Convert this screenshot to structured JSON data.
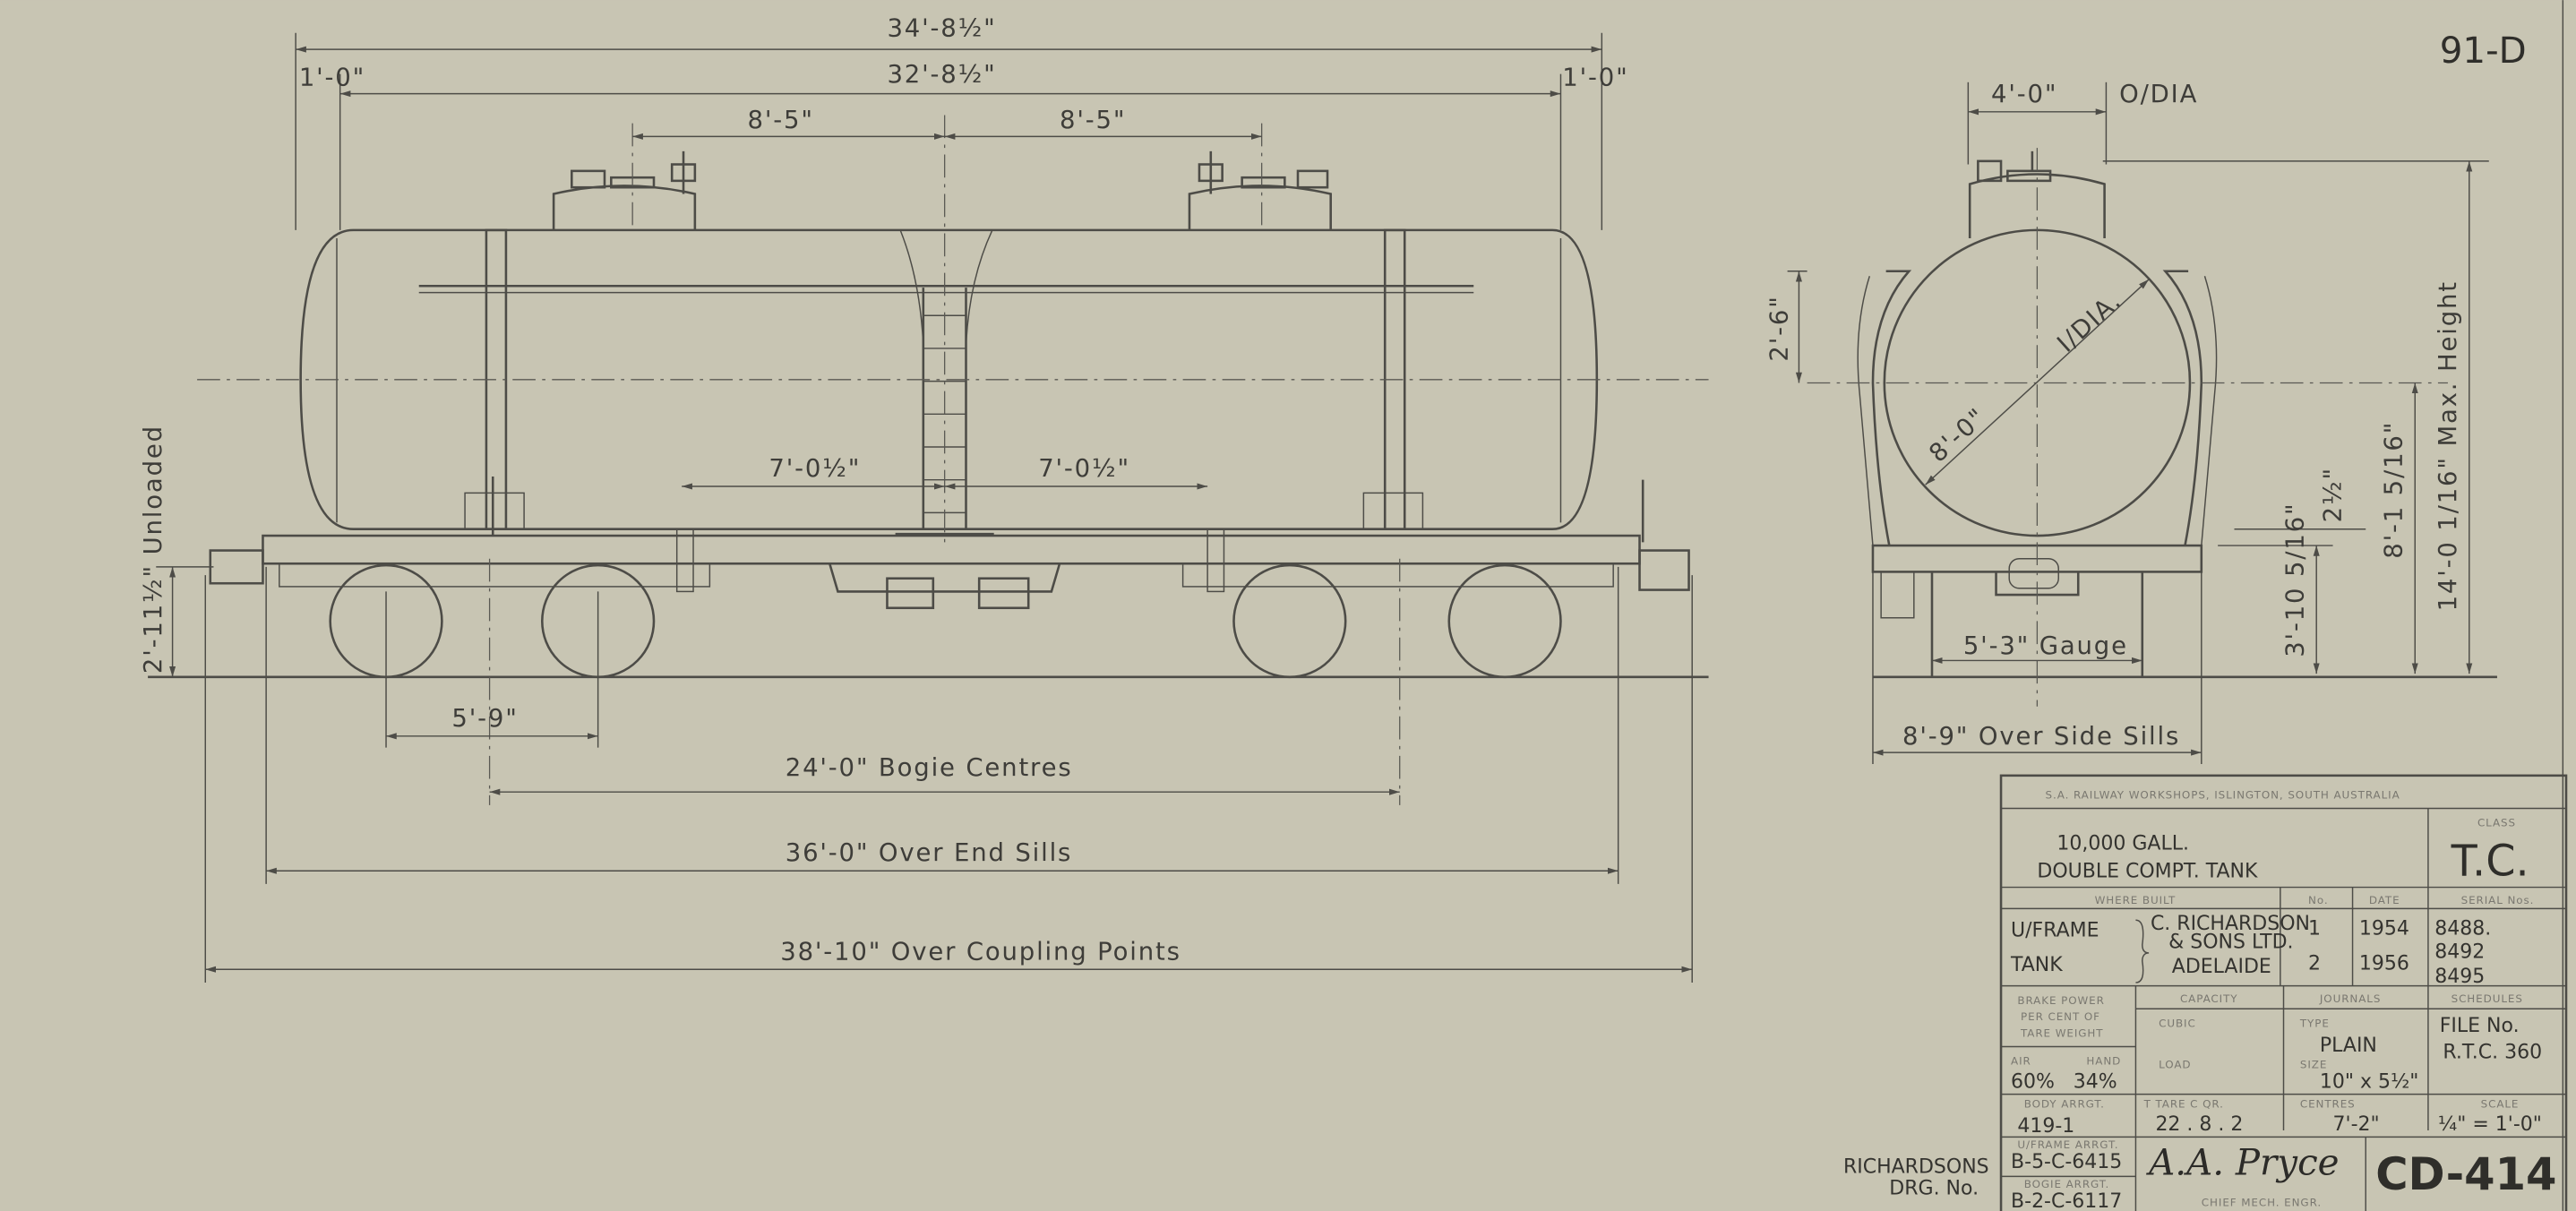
{
  "sheet_ref": "91-D",
  "side_view": {
    "overall_length": "34'-8½\"",
    "tank_length": "32'-8½\"",
    "end_left": "1'-0\"",
    "end_right": "1'-0\"",
    "dome_left": "8'-5\"",
    "dome_right": "8'-5\"",
    "ladder_left": "7'-0½\"",
    "ladder_right": "7'-0½\"",
    "bogie_wheelbase": "5'-9\"",
    "bogie_centres": "24'-0\" Bogie Centres",
    "over_end_sills": "36'-0\" Over End Sills",
    "over_coupling": "38'-10\" Over Coupling Points",
    "coupler_height": "2'-11½\" Unloaded"
  },
  "end_view": {
    "dome_dia": "4'-0\"",
    "dome_dia_suffix": "O/DIA",
    "dome_height": "2'-6\"",
    "tank_dia": "8'-0\"",
    "tank_dia_suffix": "I/DIA.",
    "max_height": "14'-0 1/16\" Max. Height",
    "centre_height": "8'-1 5/16\"",
    "sill_gap": "2½\"",
    "sill_height": "3'-10 5/16\"",
    "gauge": "5'-3\" Gauge",
    "over_side_sills": "8'-9\" Over Side Sills"
  },
  "title_block": {
    "header": "S.A. RAILWAY WORKSHOPS, ISLINGTON, SOUTH AUSTRALIA",
    "title_line1": "10,000 GALL.",
    "title_line2": "DOUBLE COMPT. TANK",
    "class_label": "CLASS",
    "class_value": "T.C.",
    "where_built_label": "WHERE BUILT",
    "no_label": "No.",
    "date_label": "DATE",
    "serial_label": "SERIAL Nos.",
    "parts": [
      "U/FRAME",
      "TANK"
    ],
    "builder": [
      "C. RICHARDSON",
      "& SONS LTD.",
      "ADELAIDE"
    ],
    "builds": [
      {
        "no": "1",
        "date": "1954",
        "serial": "8488."
      },
      {
        "no": "2",
        "date": "1956",
        "serial": "8492"
      }
    ],
    "serial_extra": "8495",
    "brake_label": [
      "BRAKE POWER",
      "PER CENT OF",
      "TARE WEIGHT"
    ],
    "capacity_label": "CAPACITY",
    "journals_label": "JOURNALS",
    "schedules_label": "SCHEDULES",
    "cubic_label": "CUBIC",
    "load_label": "LOAD",
    "type_label": "TYPE",
    "journal_type": "PLAIN",
    "size_label": "SIZE",
    "journal_size": "10\" x 5½\"",
    "file_label": "FILE No.",
    "file_no": "R.T.C. 360",
    "air_label": "AIR",
    "hand_label": "HAND",
    "air_value": "60%",
    "hand_value": "34%",
    "body_arrgt_label": "BODY ARRGT.",
    "body_arrgt": "419-1",
    "tare_label": "T   TARE   C   QR.",
    "tare": "22 . 8 . 2",
    "centres_label": "CENTRES",
    "centres": "7'-2\"",
    "scale_label": "SCALE",
    "scale": "¼\" = 1'-0\"",
    "uframe_arrgt_label": "U/FRAME ARRGT.",
    "uframe_arrgt": "B-5-C-6415",
    "bogie_arrgt_label": "BOGIE ARRGT.",
    "bogie_arrgt": "B-2-C-6117",
    "signature": "A.A. Pryce",
    "signatory_title": "CHIEF MECH. ENGR.",
    "drawing_no": "CD-414"
  },
  "richardsons": [
    "RICHARDSONS",
    "DRG. No."
  ]
}
